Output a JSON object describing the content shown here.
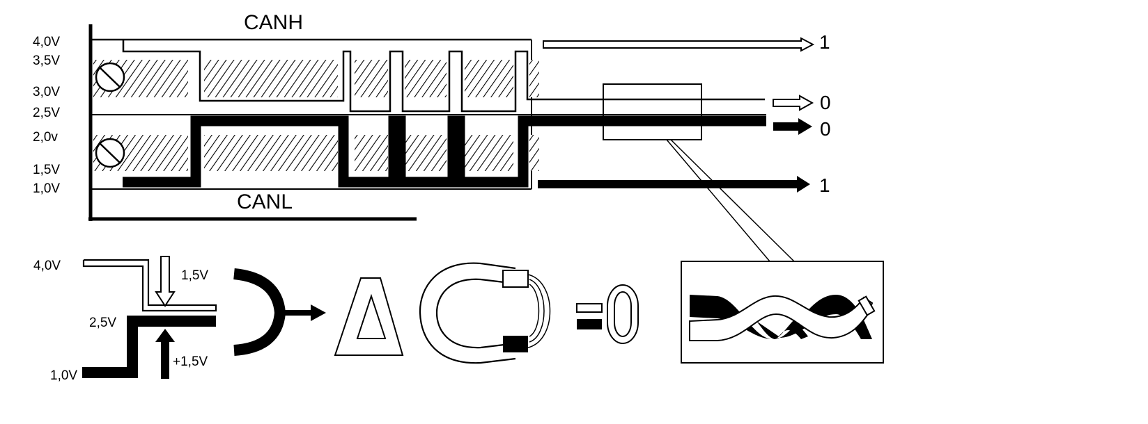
{
  "top_diagram": {
    "canh_label": "CANH",
    "canl_label": "CANL",
    "y_labels": [
      "4,0V",
      "3,5V",
      "3,0V",
      "2,5V",
      "2,0v",
      "1,5V",
      "1,0V"
    ],
    "bit_labels": {
      "canh_high": "1",
      "canh_low": "0",
      "canl_low": "0",
      "canl_high": "1"
    }
  },
  "bottom_diagram": {
    "level_high": "4,0V",
    "level_mid": "2,5V",
    "level_low": "1,0V",
    "delta_down": "1,5V",
    "delta_up": "+1,5V"
  },
  "inset": {
    "content": "twisted-pair-wire"
  }
}
